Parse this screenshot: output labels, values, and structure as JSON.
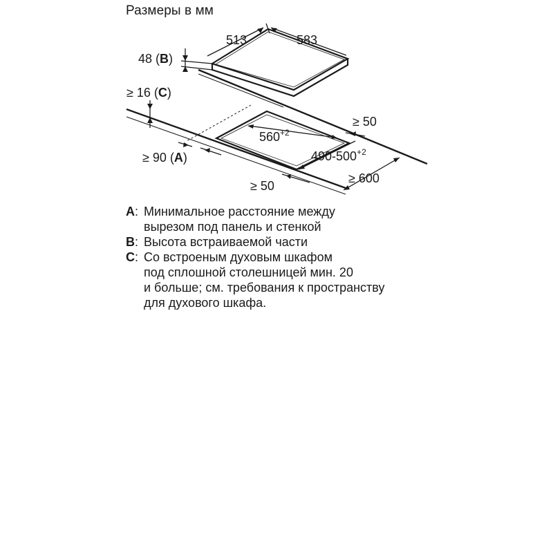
{
  "title": "Размеры в мм",
  "dimensions": {
    "hob_depth": "513",
    "hob_width": "583",
    "height_B_value": "48 (",
    "height_B_key": "B",
    "height_B_close": ")",
    "min_C_value": "≥ 16 (",
    "min_C_key": "C",
    "min_C_close": ")",
    "cutout_width": "560",
    "cutout_width_tol": "+2",
    "cutout_depth": "490-500",
    "cutout_depth_tol": "+2",
    "side_clear": "≥ 50",
    "wall_clear_value": "≥ 90 (",
    "wall_clear_key": "A",
    "wall_clear_close": ")",
    "front_clear": "≥ 50",
    "worktop_depth": "≥ 600"
  },
  "legend": [
    {
      "key": "A",
      "sep": ":",
      "lines": [
        "Минимальное расстояние между",
        "вырезом под панель и стенкой"
      ]
    },
    {
      "key": "B",
      "sep": ":",
      "lines": [
        "Высота встраиваемой части"
      ]
    },
    {
      "key": "C",
      "sep": ":",
      "lines": [
        "Со встроеным духовым шкафом",
        "под сплошной столешницей мин. 20",
        "и больше; см. требования к пространству",
        "для духового шкафа."
      ]
    }
  ]
}
